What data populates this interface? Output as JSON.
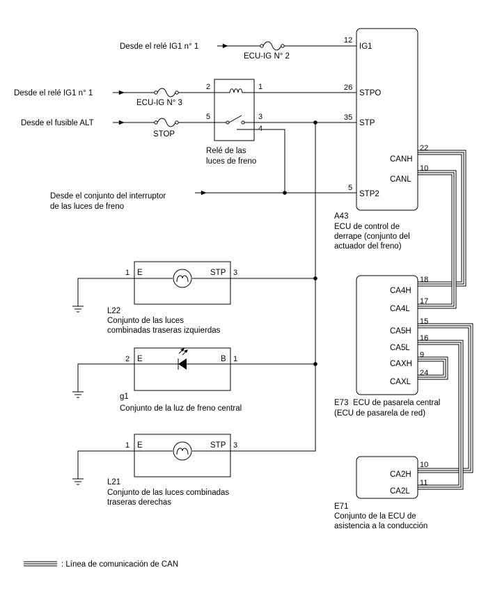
{
  "sources": {
    "ig1_relay_top": "Desde el relé IG1 n° 1",
    "ig1_relay_mid": "Desde el relé IG1 n° 1",
    "alt_fuse": "Desde el fusible ALT",
    "stop_switch_line1": "Desde el conjunto del interruptor",
    "stop_switch_line2": "de las luces de freno"
  },
  "fuses": {
    "ecu_ig2": "ECU-IG N° 2",
    "ecu_ig3": "ECU-IG N° 3",
    "stop": "STOP"
  },
  "relay": {
    "label_line1": "Relé de las",
    "label_line2": "luces de freno",
    "pins": [
      "1",
      "2",
      "3",
      "4",
      "5"
    ]
  },
  "a43": {
    "id": "A43",
    "name_line1": "ECU de control de",
    "name_line2": "derrape (conjunto del",
    "name_line3": "actuador del freno)",
    "terminals": [
      {
        "pin": "12",
        "name": "IG1"
      },
      {
        "pin": "26",
        "name": "STPO"
      },
      {
        "pin": "35",
        "name": "STP"
      },
      {
        "pin": "22",
        "name": "CANH"
      },
      {
        "pin": "10",
        "name": "CANL"
      },
      {
        "pin": "5",
        "name": "STP2"
      }
    ]
  },
  "l22": {
    "id": "L22",
    "name_line1": "Conjunto de las luces",
    "name_line2": "combinadas traseras izquierdas",
    "left_pin": "1",
    "left_name": "E",
    "right_pin": "3",
    "right_name": "STP"
  },
  "g1": {
    "id": "g1",
    "name": "Conjunto de la luz de freno central",
    "left_pin": "2",
    "left_name": "E",
    "right_pin": "1",
    "right_name": "B"
  },
  "l21": {
    "id": "L21",
    "name_line1": "Conjunto de las luces combinadas",
    "name_line2": "traseras derechas",
    "left_pin": "1",
    "left_name": "E",
    "right_pin": "3",
    "right_name": "STP"
  },
  "e73": {
    "id": "E73",
    "name_line1": "ECU de pasarela central",
    "name_line2": "(ECU de pasarela de red)",
    "terminals": [
      {
        "pin": "18",
        "name": "CA4H"
      },
      {
        "pin": "17",
        "name": "CA4L"
      },
      {
        "pin": "15",
        "name": "CA5H"
      },
      {
        "pin": "16",
        "name": "CA5L"
      },
      {
        "pin": "9",
        "name": "CAXH"
      },
      {
        "pin": "24",
        "name": "CAXL"
      }
    ]
  },
  "e71": {
    "id": "E71",
    "name_line1": "Conjunto de la ECU de",
    "name_line2": "asistencia a la conducción",
    "terminals": [
      {
        "pin": "10",
        "name": "CA2H"
      },
      {
        "pin": "11",
        "name": "CA2L"
      }
    ]
  },
  "legend": {
    "text": ": Línea de comunicación de CAN"
  }
}
